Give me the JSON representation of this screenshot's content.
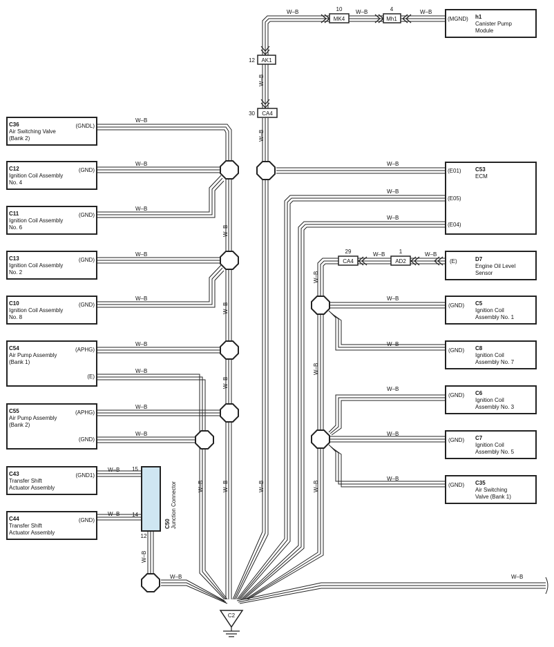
{
  "wire_color": "W–B",
  "ground": {
    "code": "C2"
  },
  "junction": {
    "code": "C50",
    "name": "Junction Connector",
    "pins": {
      "a": "15",
      "b": "14",
      "out": "12"
    }
  },
  "left_components": [
    {
      "code": "C36",
      "name": [
        "Air Switching Valve",
        "(Bank 2)"
      ],
      "pins": [
        "(GNDL)"
      ]
    },
    {
      "code": "C12",
      "name": [
        "Ignition Coil Assembly",
        "No. 4"
      ],
      "pins": [
        "(GND)"
      ]
    },
    {
      "code": "C11",
      "name": [
        "Ignition Coil Assembly",
        "No. 6"
      ],
      "pins": [
        "(GND)"
      ]
    },
    {
      "code": "C13",
      "name": [
        "Ignition Coil Assembly",
        "No. 2"
      ],
      "pins": [
        "(GND)"
      ]
    },
    {
      "code": "C10",
      "name": [
        "Ignition Coil Assembly",
        "No. 8"
      ],
      "pins": [
        "(GND)"
      ]
    },
    {
      "code": "C54",
      "name": [
        "Air Pump Assembly",
        "(Bank 1)"
      ],
      "pins": [
        "(APHG)",
        "(E)"
      ]
    },
    {
      "code": "C55",
      "name": [
        "Air Pump Assembly",
        "(Bank 2)"
      ],
      "pins": [
        "(APHG)",
        "(GND)"
      ]
    },
    {
      "code": "C43",
      "name": [
        "Transfer Shift",
        "Actuator Assembly"
      ],
      "pins": [
        "(GND1)"
      ]
    },
    {
      "code": "C44",
      "name": [
        "Transfer Shift",
        "Actuator Assembly"
      ],
      "pins": [
        "(GND)"
      ]
    }
  ],
  "right_components": [
    {
      "code": "h1",
      "name": [
        "Canister Pump",
        "Module"
      ],
      "pins": [
        "(MGND)"
      ]
    },
    {
      "code": "C53",
      "name": [
        "ECM"
      ],
      "pins": [
        "(E01)",
        "(E05)",
        "(E04)"
      ]
    },
    {
      "code": "D7",
      "name": [
        "Engine Oil Level",
        "Sensor"
      ],
      "pins": [
        "(E)"
      ]
    },
    {
      "code": "C5",
      "name": [
        "Ignition Coil",
        "Assembly No. 1"
      ],
      "pins": [
        "(GND)"
      ]
    },
    {
      "code": "C8",
      "name": [
        "Ignition Coil",
        "Assembly No. 7"
      ],
      "pins": [
        "(GND)"
      ]
    },
    {
      "code": "C6",
      "name": [
        "Ignition Coil",
        "Assembly No. 3"
      ],
      "pins": [
        "(GND)"
      ]
    },
    {
      "code": "C7",
      "name": [
        "Ignition Coil",
        "Assembly No. 5"
      ],
      "pins": [
        "(GND)"
      ]
    },
    {
      "code": "C35",
      "name": [
        "Air Switching",
        "Valve (Bank 1)"
      ],
      "pins": [
        "(GND)"
      ]
    }
  ],
  "connectors": [
    {
      "code": "MK4",
      "pin": "10"
    },
    {
      "code": "Mh1",
      "pin": "4"
    },
    {
      "code": "AK1",
      "pin": "12"
    },
    {
      "code": "CA4",
      "pin": "30"
    },
    {
      "code": "CA4",
      "pin": "29"
    },
    {
      "code": "AD2",
      "pin": "1"
    }
  ]
}
